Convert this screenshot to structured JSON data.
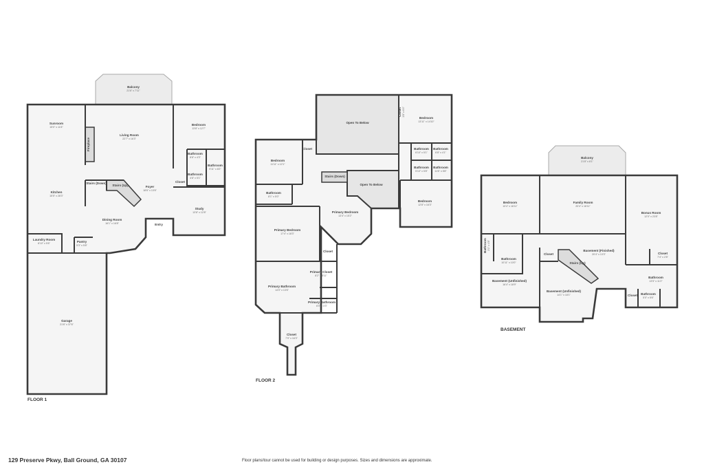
{
  "floors": [
    {
      "label": "FLOOR 1",
      "rooms": [
        {
          "name": "Balcony",
          "dim": "21'6\" x 7'11\""
        },
        {
          "name": "Sunroom",
          "dim": "15'0\" x 11'6\""
        },
        {
          "name": "Living Room",
          "dim": "22'7\" x 16'3\""
        },
        {
          "name": "Fireplace",
          "dim": ""
        },
        {
          "name": "Bedroom",
          "dim": "13'8\" x 12'7\""
        },
        {
          "name": "Bathroom",
          "dim": "8'8\" x 4'3\""
        },
        {
          "name": "Bathroom",
          "dim": "9'11\" x 8'2\""
        },
        {
          "name": "Bathroom",
          "dim": "4'8\" x 5'1\""
        },
        {
          "name": "Closet",
          "dim": ""
        },
        {
          "name": "Stairs (Down)",
          "dim": ""
        },
        {
          "name": "Stairs (Up)",
          "dim": ""
        },
        {
          "name": "Foyer",
          "dim": "18'6\" x 13'6\""
        },
        {
          "name": "Kitchen",
          "dim": "15'5\" x 28'3\""
        },
        {
          "name": "Dining Room",
          "dim": "16'1\" x 16'8\""
        },
        {
          "name": "Entry",
          "dim": ""
        },
        {
          "name": "Study",
          "dim": "13'8\" x 12'8\""
        },
        {
          "name": "Laundry Room",
          "dim": "8'10\" x 5'6\""
        },
        {
          "name": "Pantry",
          "dim": "5'3\" x 5'8\""
        },
        {
          "name": "Garage",
          "dim": "21'6\" x 37'6\""
        }
      ]
    },
    {
      "label": "FLOOR 2",
      "rooms": [
        {
          "name": "Open To Below",
          "dim": ""
        },
        {
          "name": "Bedroom",
          "dim": "13'11\" x 14'10\""
        },
        {
          "name": "Closet",
          "dim": "1'8\" x 6'4\""
        },
        {
          "name": "Bathroom",
          "dim": "6'10\" x 5'1\""
        },
        {
          "name": "Bathroom",
          "dim": "6'8\" x 4'1\""
        },
        {
          "name": "Bathroom",
          "dim": "5'10\" x 5'8\""
        },
        {
          "name": "Bathroom",
          "dim": "11'6\" x 5'8\""
        },
        {
          "name": "Bedroom",
          "dim": "12'8\" x 16'3\""
        },
        {
          "name": "Bedroom",
          "dim": "11'11\" x 12'1\""
        },
        {
          "name": "Closet",
          "dim": ""
        },
        {
          "name": "Bathroom",
          "dim": "8'1\" x 5'0\""
        },
        {
          "name": "Stairs (Down)",
          "dim": ""
        },
        {
          "name": "Open To Below",
          "dim": ""
        },
        {
          "name": "Primary Bedroom",
          "dim": "17'4\" x 18'3\""
        },
        {
          "name": "Primary Bedroom",
          "dim": "13'4\" x 15'2\""
        },
        {
          "name": "Closet",
          "dim": ""
        },
        {
          "name": "Primary Closet",
          "dim": "8'2\" x 8'11\""
        },
        {
          "name": "Primary Bathroom",
          "dim": "14'0\" x 13'6\""
        },
        {
          "name": "Primary Bathroom",
          "dim": "6'0\" x 3'3\""
        },
        {
          "name": "Closet",
          "dim": "7'9\" x 16'3\""
        }
      ]
    },
    {
      "label": "BASEMENT",
      "rooms": [
        {
          "name": "Balcony",
          "dim": "21'8\" x 8'1\""
        },
        {
          "name": "Bedroom",
          "dim": "10'4\" x 16'11\""
        },
        {
          "name": "Family Room",
          "dim": "20'4\" x 16'11\""
        },
        {
          "name": "Bonus Room",
          "dim": "12'0\" x 23'8\""
        },
        {
          "name": "Bathroom",
          "dim": "3'1\" x 4'8\""
        },
        {
          "name": "Bathroom",
          "dim": "10'11\" x 10'0\""
        },
        {
          "name": "Closet",
          "dim": ""
        },
        {
          "name": "Basement (Finished)",
          "dim": "20'4\" x 13'3\""
        },
        {
          "name": "Stairs (Up)",
          "dim": ""
        },
        {
          "name": "Closet",
          "dim": "7'4\" x 2'8\""
        },
        {
          "name": "Bathroom",
          "dim": "13'5\" x 11'2\""
        },
        {
          "name": "Basement (Unfinished)",
          "dim": "16'4\" x 18'9\""
        },
        {
          "name": "Basement (Unfinished)",
          "dim": "14'1\" x 18'1\""
        },
        {
          "name": "Closet",
          "dim": ""
        },
        {
          "name": "Bathroom",
          "dim": "5'0\" x 5'6\""
        }
      ]
    }
  ],
  "footer": {
    "address": "129 Preserve Pkwy, Ball Ground, GA 30107",
    "disclaimer": "Floor plans/tour cannot be used for building or design purposes. Sizes and dimensions are approximate."
  }
}
